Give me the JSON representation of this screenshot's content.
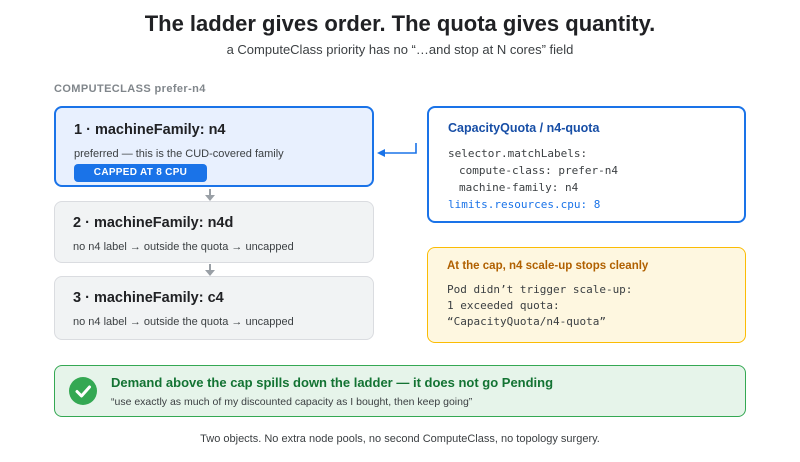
{
  "header": {
    "title": "The ladder gives order. The quota gives quantity.",
    "subtitle": "a ComputeClass priority has no “…and stop at N cores” field"
  },
  "section_label": "COMPUTECLASS prefer-n4",
  "ladder": [
    {
      "title": "1 · machineFamily: n4",
      "sub": "preferred — this is the CUD-covered family",
      "badge": "CAPPED AT 8 CPU"
    },
    {
      "title": "2 · machineFamily: n4d",
      "sub": "no n4 label → outside the quota → uncapped"
    },
    {
      "title": "3 · machineFamily: c4",
      "sub": "no n4 label → outside the quota → uncapped"
    }
  ],
  "quota": {
    "title": "CapacityQuota / n4-quota",
    "line1": "selector.matchLabels:",
    "line2": "compute-class: prefer-n4",
    "line3": "machine-family: n4",
    "line4": "limits.resources.cpu: 8"
  },
  "note": {
    "title": "At the cap, n4 scale-up stops cleanly",
    "line1": "Pod didn’t trigger scale-up:",
    "line2": "1 exceeded quota:",
    "line3": "“CapacityQuota/n4-quota”"
  },
  "banner": {
    "title": "Demand above the cap spills down the ladder — it does not go Pending",
    "quote": "“use exactly as much of my discounted capacity as I bought, then keep going”",
    "icon": "check-circle-icon"
  },
  "footer": "Two objects. No extra node pools, no second ComputeClass, no topology surgery.",
  "colors": {
    "accent_blue": "#1a73e8",
    "warning_amber": "#fbbc04",
    "success_green": "#34a853"
  }
}
